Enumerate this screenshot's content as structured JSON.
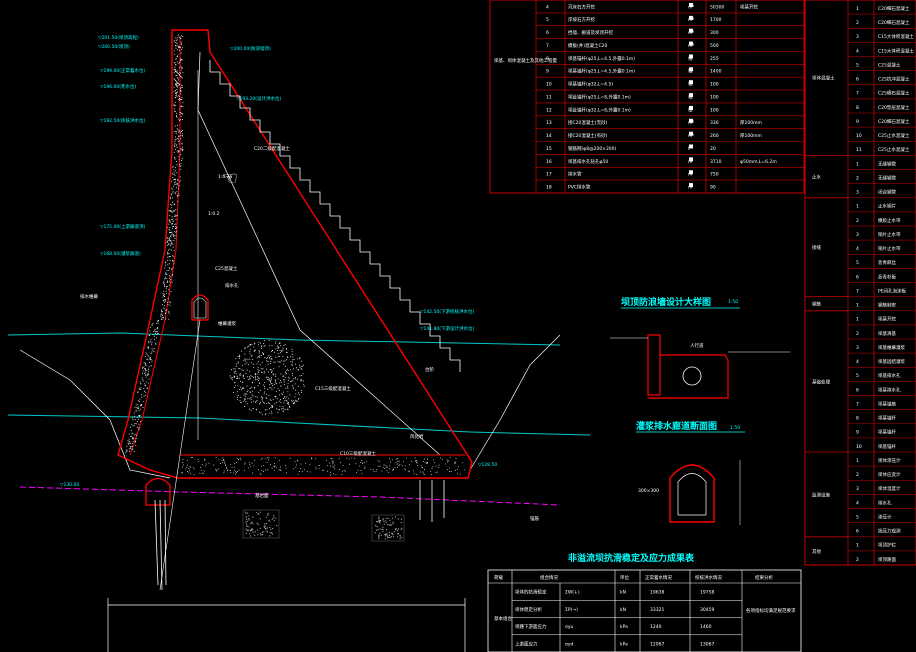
{
  "colors": {
    "background": "#000000",
    "dam_outline": "#ff0000",
    "annotation": "#00ffff",
    "text": "#ffffff",
    "foundation_line": "#ff00ff",
    "water_line": "#00c8c8",
    "table_border": "#c80000"
  },
  "titles": {
    "crest_detail": "坝顶防浪墙设计大样图",
    "crest_scale": "1:50",
    "gallery_detail": "灌浆排水廊道断面图",
    "gallery_scale": "1:50",
    "stability_table": "非溢流坝抗滑稳定及应力成果表"
  },
  "dam_labels": {
    "elev_top": "▽201.50(坝顶高程)",
    "elev_crest": "▽200.50(坝顶)",
    "elev_wall": "▽200.00(防浪墙顶)",
    "elev_normal": "▽199.00(正常蓄水位)",
    "elev_dead": "▽196.00(死水位)",
    "elev_flood": "▽193.20(设计洪水位)",
    "elev_check": "▽192.50(校核洪水位)",
    "elev_gallery": "▽175.00(上游廊道顶)",
    "elev_low": "▽168.00(灌浆廊道)",
    "elev_down1": "▽142.50(下游校核洪水位)",
    "elev_down2": "▽141.80(下游设计洪水位)",
    "elev_base": "▽130.00",
    "elev_found": "▽128.50",
    "slope_down": "1:0.75",
    "slope_up": "1:0.2",
    "concrete_outer": "C20二级配混凝土",
    "concrete_inner": "C15三级配混凝土",
    "concrete_core": "C10三级配混凝土",
    "drain_hole": "排水孔",
    "gallery_label": "C25混凝土",
    "curtain": "帷幕灌浆",
    "drain_curtain": "排水帷幕",
    "foundation": "基岩面",
    "anchor": "锚筋",
    "weak_zone": "风化岩",
    "steps": "台阶",
    "crest_walkway": "人行道",
    "gallery_size": "300×300"
  },
  "qty_table": {
    "title_cell": "坝基、坝体混凝土及其他工程量",
    "rows": [
      {
        "no": "4",
        "item": "河床石方开挖",
        "unit": "m³",
        "qty": "50300",
        "note": "坝基开挖"
      },
      {
        "no": "5",
        "item": "岸坡石方开挖",
        "unit": "m³",
        "qty": "1700",
        "note": ""
      },
      {
        "no": "6",
        "item": "挡墙、廊道及坝顶开挖",
        "unit": "m³",
        "qty": "300",
        "note": ""
      },
      {
        "no": "7",
        "item": "模板(井)混凝土C20",
        "unit": "m³",
        "qty": "500",
        "note": ""
      },
      {
        "no": "8",
        "item": "坝基锚杆(φ25,L=4.5,外露0.1m)",
        "unit": "根",
        "qty": "255",
        "note": ""
      },
      {
        "no": "9",
        "item": "坝基锚杆(φ25,L=4.5,外露0.1m)",
        "unit": "根",
        "qty": "1400",
        "note": ""
      },
      {
        "no": "10",
        "item": "坝基锚杆(φ32,L=4.5)",
        "unit": "根",
        "qty": "100",
        "note": ""
      },
      {
        "no": "11",
        "item": "坝趾锚杆(φ25,L=8,外露0.1m)",
        "unit": "根",
        "qty": "100",
        "note": ""
      },
      {
        "no": "12",
        "item": "坝趾锚杆(φ32,L=8,外露0.1m)",
        "unit": "根",
        "qty": "100",
        "note": ""
      },
      {
        "no": "13",
        "item": "接C20混凝土(无砂)",
        "unit": "m³",
        "qty": "330",
        "note": "厚100mm"
      },
      {
        "no": "14",
        "item": "接C20混凝土(有砂)",
        "unit": "m³",
        "qty": "260",
        "note": "厚100mm"
      },
      {
        "no": "15",
        "item": "钢筋网(φ8@200×200)",
        "unit": "t",
        "qty": "20",
        "note": ""
      },
      {
        "no": "16",
        "item": "坝基排水孔钻孔φ50",
        "unit": "m",
        "qty": "3710",
        "note": "φ50mm,L=6.2m"
      },
      {
        "no": "17",
        "item": "排水管",
        "unit": "m",
        "qty": "750",
        "note": ""
      },
      {
        "no": "18",
        "item": "PVC排水管",
        "unit": "m",
        "qty": "90",
        "note": ""
      }
    ]
  },
  "right_table": {
    "groups": [
      {
        "name": "坝体混凝土",
        "rows": [
          "C20细石混凝土",
          "C20细石混凝土",
          "C15大体积混凝土",
          "C15大体积混凝土",
          "C25混凝土",
          "C25抗冲混凝土",
          "C25细石混凝土",
          "C20垫层混凝土",
          "C20细石混凝土",
          "C25止水混凝土",
          "C25止水混凝土"
        ]
      },
      {
        "name": "止水",
        "rows": [
          "无缝钢管",
          "无缝钢管",
          "闭合钢管"
        ]
      },
      {
        "name": "接缝",
        "rows": [
          "止水铜片",
          "橡胶止水带",
          "铜片止水带",
          "铜片止水带",
          "沥青麻丝",
          "沥青杉板",
          "PE闭孔泡沫板"
        ]
      },
      {
        "name": "钢筋",
        "rows": [
          "钢筋制安"
        ]
      },
      {
        "name": "基础处理",
        "rows": [
          "坝基开挖",
          "坝基清基",
          "坝基帷幕灌浆",
          "坝基固结灌浆",
          "坝基排水孔",
          "坝基排水孔",
          "坝基锚筋",
          "坝基锚杆",
          "坝基锚杆",
          "坝基锚杆"
        ]
      },
      {
        "name": "监测设施",
        "rows": [
          "坝体渗压计",
          "坝体应变计",
          "坝体温度计",
          "排水孔",
          "渗压计",
          "扬压力观测"
        ]
      },
      {
        "name": "其他",
        "rows": [
          "坝顶护栏",
          "坝顶路面"
        ]
      }
    ]
  },
  "stability_table": {
    "headers": [
      "荷载",
      "组合情况",
      "单位",
      "正常蓄水情况",
      "校核洪水情况",
      "结果分析"
    ],
    "group_label": "基本组合",
    "rows": [
      {
        "case": "坝体的抗滑稳定",
        "sym": "ΣW(↓)",
        "unit": "kN",
        "normal": "19638",
        "check": "19758"
      },
      {
        "case": "坝体稳定分析",
        "sym": "ΣP(→)",
        "unit": "kN",
        "normal": "33321",
        "check": "30459"
      },
      {
        "case": "坝踵下游面应力",
        "sym": "σyu",
        "unit": "kPa",
        "normal": "1240",
        "check": "1460"
      },
      {
        "case": "上游面应力",
        "sym": "σyd",
        "unit": "kPa",
        "normal": "12067",
        "check": "13067"
      }
    ],
    "analysis": "各项指标均满足规范要求"
  }
}
